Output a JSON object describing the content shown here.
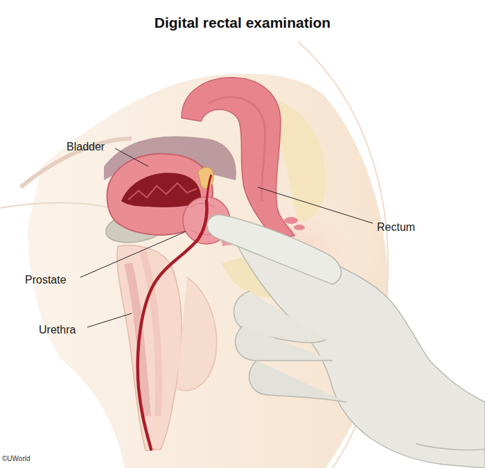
{
  "diagram": {
    "title": "Digital rectal examination",
    "labels": [
      "Bladder",
      "Rectum",
      "Prostate",
      "Urethra",
      "©UWorld"
    ]
  }
}
